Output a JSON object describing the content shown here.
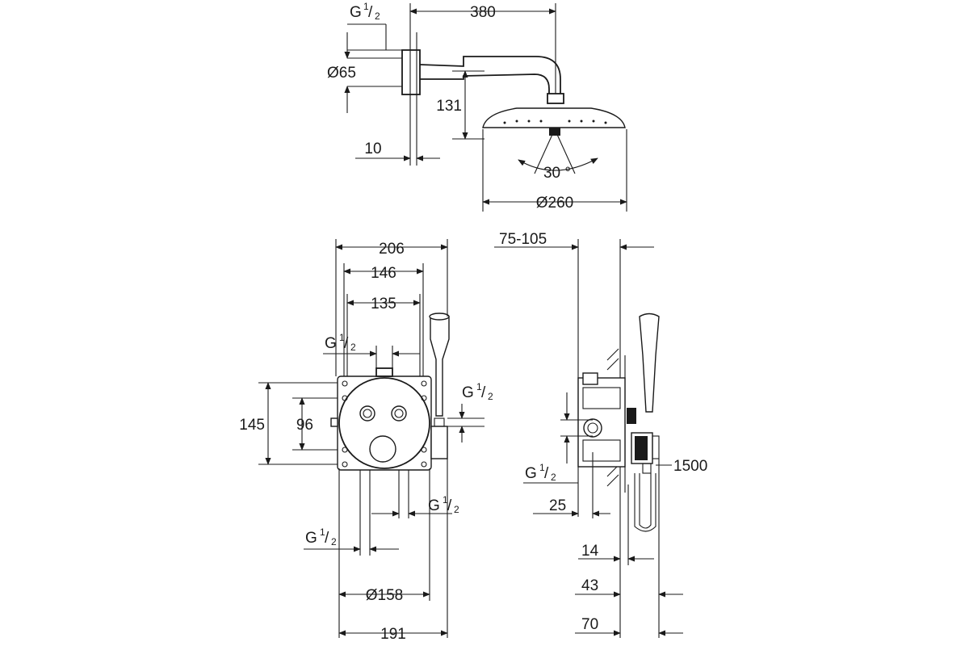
{
  "top_view": {
    "dim_380": "380",
    "dim_131": "131",
    "dim_10": "10",
    "dim_dia65": "Ø65",
    "dim_dia260": "Ø260",
    "dim_angle": "30 °",
    "thread_g": "G",
    "thread_num": "1",
    "thread_den": "2"
  },
  "front_view": {
    "dim_206": "206",
    "dim_146": "146",
    "dim_135": "135",
    "dim_145": "145",
    "dim_96": "96",
    "dim_dia158": "Ø158",
    "dim_191": "191",
    "thread_g": "G",
    "thread_num": "1",
    "thread_den": "2"
  },
  "side_view": {
    "dim_75_105": "75-105",
    "dim_25": "25",
    "dim_14": "14",
    "dim_43": "43",
    "dim_70": "70",
    "dim_1500": "1500",
    "thread_g": "G",
    "thread_num": "1",
    "thread_den": "2"
  }
}
